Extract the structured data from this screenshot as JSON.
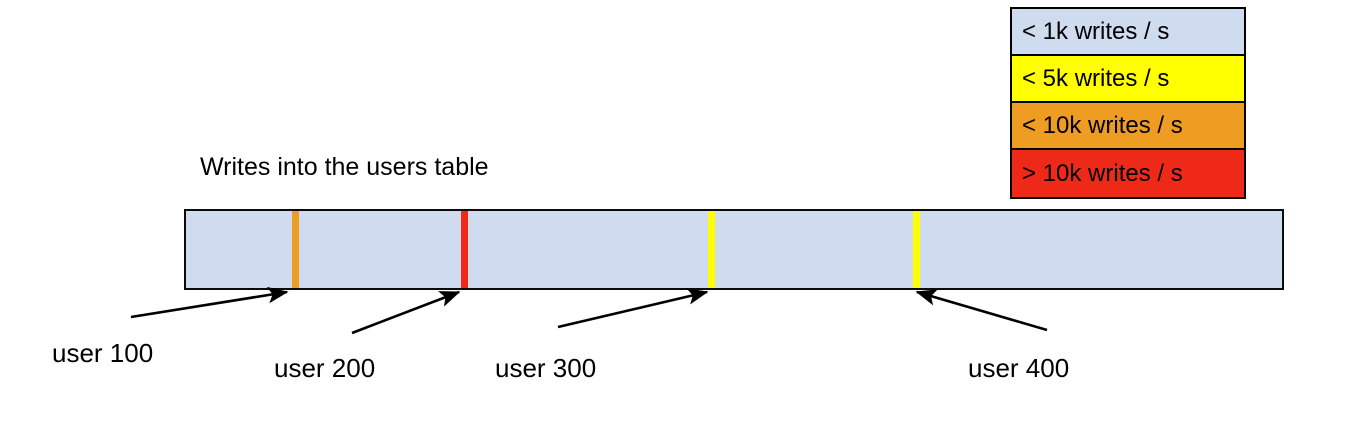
{
  "chart_data": {
    "type": "bar",
    "title": "Writes into the users table",
    "xlabel": "",
    "ylabel": "",
    "description": "Single horizontal range bar representing the users table keyspace, colored by write rate, with four user-id boundary markers.",
    "legend_position": "top-right",
    "grid": false,
    "base_color": "#cfdcef",
    "base_category": "< 1k writes / s",
    "legend": [
      {
        "label": "< 1k writes / s",
        "color": "#cfdcef"
      },
      {
        "label": "< 5k writes / s",
        "color": "#ffff00"
      },
      {
        "label": "< 10k writes / s",
        "color": "#ef9c23"
      },
      {
        "label": "> 10k writes / s",
        "color": "#ee2917"
      }
    ],
    "markers": [
      {
        "label": "user 100",
        "color": "#ef9c23",
        "category": "< 10k writes / s",
        "position_pct": 9.7
      },
      {
        "label": "user 200",
        "color": "#ee2917",
        "category": "> 10k writes / s",
        "position_pct": 25.1
      },
      {
        "label": "user 300",
        "color": "#ffff00",
        "category": "< 5k writes / s",
        "position_pct": 47.6
      },
      {
        "label": "user 400",
        "color": "#ffff00",
        "category": "< 5k writes / s",
        "position_pct": 66.3
      }
    ]
  },
  "legend": {
    "rows": [
      {
        "label": "< 1k writes / s"
      },
      {
        "label": "< 5k writes / s"
      },
      {
        "label": "< 10k writes / s"
      },
      {
        "label": "> 10k writes / s"
      }
    ]
  },
  "title": "Writes into the users table",
  "callouts": [
    {
      "label": "user 100"
    },
    {
      "label": "user 200"
    },
    {
      "label": "user 300"
    },
    {
      "label": "user 400"
    }
  ],
  "colors": {
    "bar_fill": "#cfdcef",
    "bar_stroke": "#0b0b0b",
    "low": "#cfdcef",
    "medium": "#ffff00",
    "high": "#ef9c23",
    "critical": "#ee2917",
    "arrow": "#000000",
    "text": "#000000",
    "background": "#ffffff"
  }
}
